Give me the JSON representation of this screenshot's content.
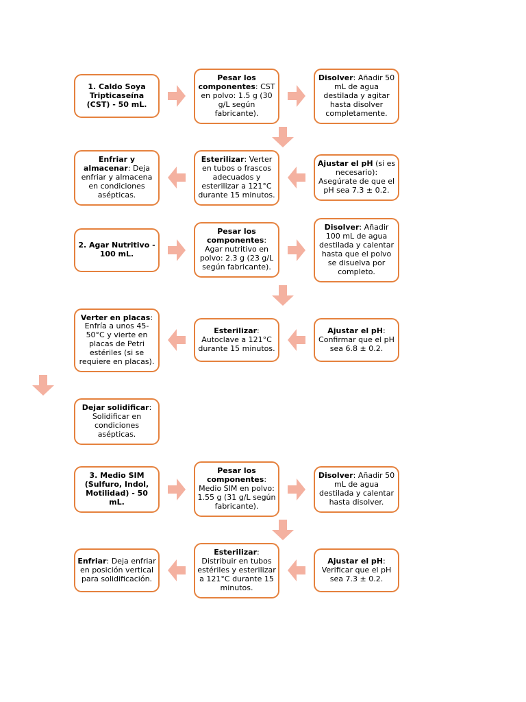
{
  "colors": {
    "box_border": "#e5813d",
    "arrow_fill": "#f4b1a0",
    "text": "#000000",
    "background": "#ffffff"
  },
  "flows": [
    {
      "id": "caldo-soya-tripticaseina",
      "forward": [
        {
          "b": "1. Caldo Soya Tripticaseína (CST) - 50 mL.",
          "r": ""
        },
        {
          "b": "Pesar los componentes",
          "r": ": CST en polvo: 1.5 g (30 g/L según fabricante)."
        },
        {
          "b": "Disolver",
          "r": ": Añadir 50 mL de agua destilada y agitar hasta disolver completamente."
        }
      ],
      "backward": [
        {
          "b": "Enfriar y almacenar",
          "r": ": Deja enfriar y almacena en condiciones asépticas."
        },
        {
          "b": "Esterilizar",
          "r": ": Verter en tubos o frascos adecuados y esterilizar a 121°C durante 15 minutos."
        },
        {
          "b": "Ajustar el pH",
          "r": " (si es necesario): Asegúrate de que el pH sea 7.3 ± 0.2."
        }
      ]
    },
    {
      "id": "agar-nutritivo",
      "forward": [
        {
          "b": "2. Agar Nutritivo - 100 mL.",
          "r": ""
        },
        {
          "b": "Pesar los componentes",
          "r": ": Agar nutritivo en polvo: 2.3 g (23 g/L según fabricante)."
        },
        {
          "b": "Disolver",
          "r": ": Añadir 100 mL de agua destilada y calentar hasta que el polvo se disuelva por completo."
        }
      ],
      "backward": [
        {
          "b": "Verter en placas",
          "r": ": Enfría a unos 45-50°C y vierte en placas de Petri estériles (si se requiere en placas)."
        },
        {
          "b": "Esterilizar",
          "r": ": Autoclave a 121°C durante 15 minutos."
        },
        {
          "b": "Ajustar el pH",
          "r": ": Confirmar que el pH sea 6.8 ± 0.2."
        }
      ],
      "solidify": {
        "b": "Dejar solidificar",
        "r": ": Solidificar en condiciones asépticas."
      }
    },
    {
      "id": "medio-sim",
      "forward": [
        {
          "b": "3. Medio SIM (Sulfuro, Indol, Motilidad) - 50 mL.",
          "r": ""
        },
        {
          "b": "Pesar los componentes",
          "r": ": Medio SIM en polvo: 1.55 g (31 g/L según fabricante)."
        },
        {
          "b": "Disolver",
          "r": ": Añadir 50 mL de agua destilada y calentar hasta disolver."
        }
      ],
      "backward": [
        {
          "b": "Enfriar",
          "r": ": Deja enfriar en posición vertical para solidificación."
        },
        {
          "b": "Esterilizar",
          "r": ": Distribuir en tubos estériles y esterilizar a 121°C durante 15 minutos."
        },
        {
          "b": "Ajustar el pH",
          "r": ": Verificar que el pH sea 7.3 ± 0.2."
        }
      ]
    }
  ]
}
